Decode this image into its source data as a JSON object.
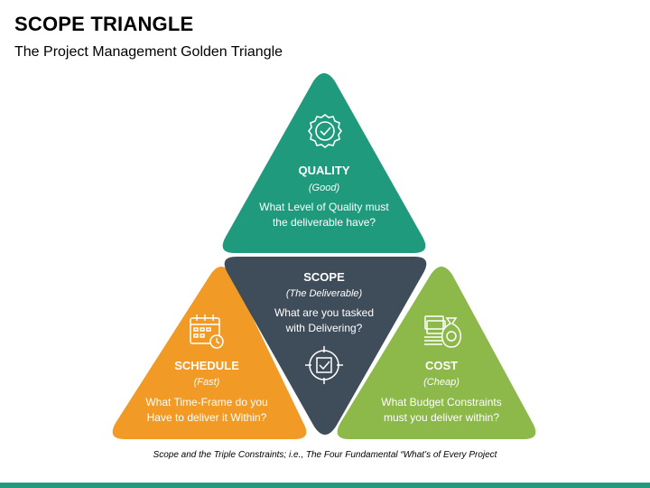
{
  "header": {
    "title": "SCOPE TRIANGLE",
    "subtitle": "The Project Management Golden Triangle"
  },
  "colors": {
    "quality": "#1f9a7c",
    "scope": "#3f4d5b",
    "schedule": "#f19a26",
    "cost": "#8db84a",
    "bar": "#1f9a7c"
  },
  "triangles": {
    "quality": {
      "icon": "quality-badge-icon",
      "heading": "QUALITY",
      "sub": "(Good)",
      "line1": "What Level of Quality must",
      "line2": "the deliverable have?"
    },
    "scope": {
      "icon": "target-check-icon",
      "heading": "SCOPE",
      "sub": "(The Deliverable)",
      "line1": "What are you tasked",
      "line2": "with Delivering?"
    },
    "schedule": {
      "icon": "calendar-clock-icon",
      "heading": "SCHEDULE",
      "sub": "(Fast)",
      "line1": "What Time-Frame do you",
      "line2": "Have to deliver it Within?"
    },
    "cost": {
      "icon": "money-bag-icon",
      "heading": "COST",
      "sub": "(Cheap)",
      "line1": "What Budget Constraints",
      "line2": "must you deliver within?"
    }
  },
  "caption": "Scope and the Triple Constraints; i.e., The Four Fundamental “What’s of Every Project"
}
